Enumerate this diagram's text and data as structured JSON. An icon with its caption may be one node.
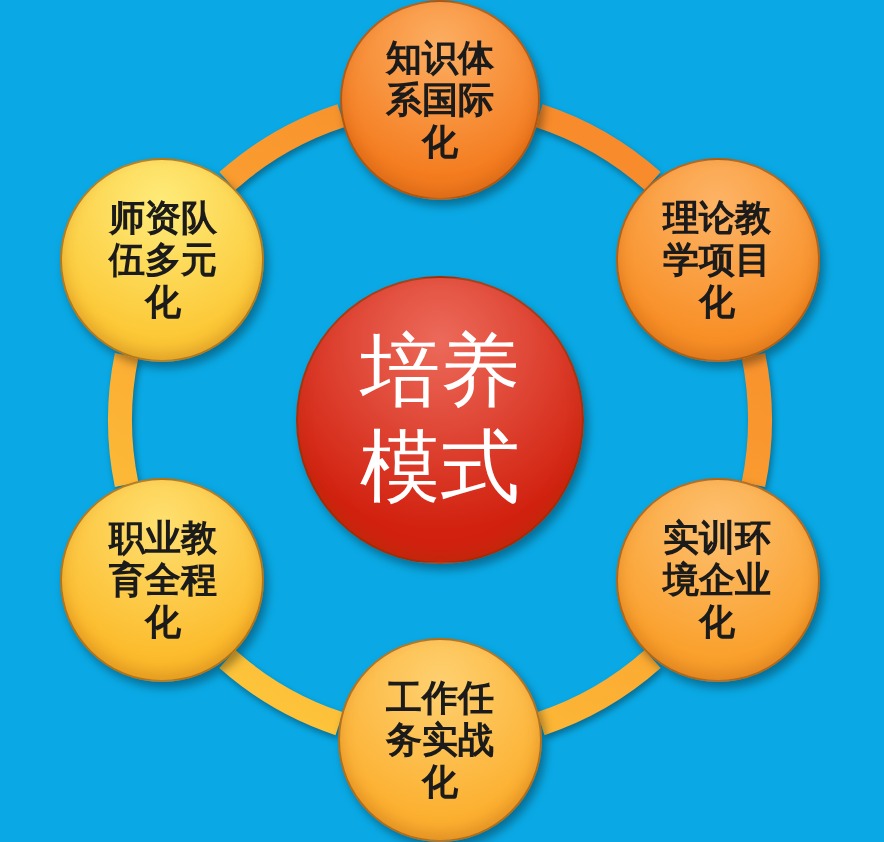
{
  "diagram": {
    "nodes": [
      {
        "text": [
          "知识体系国际化"
        ]
      },
      {
        "text": [
          "师资队伍多元化"
        ]
      },
      {
        "text": [
          "理论教学项目化"
        ]
      },
      {
        "text": [
          "培养模式"
        ]
      },
      {
        "text": [
          "职业教育全程化"
        ]
      },
      {
        "text": [
          "实训环境企业化"
        ]
      },
      {
        "text": [
          "工作任务实战化"
        ]
      }
    ],
    "edges": [
      {
        "from": 0,
        "to": 2,
        "arrow": "none"
      },
      {
        "from": 2,
        "to": 5,
        "arrow": "none"
      },
      {
        "from": 5,
        "to": 6,
        "arrow": "none"
      },
      {
        "from": 6,
        "to": 4,
        "arrow": "none"
      },
      {
        "from": 4,
        "to": 1,
        "arrow": "none"
      },
      {
        "from": 1,
        "to": 0,
        "arrow": "none"
      }
    ]
  }
}
